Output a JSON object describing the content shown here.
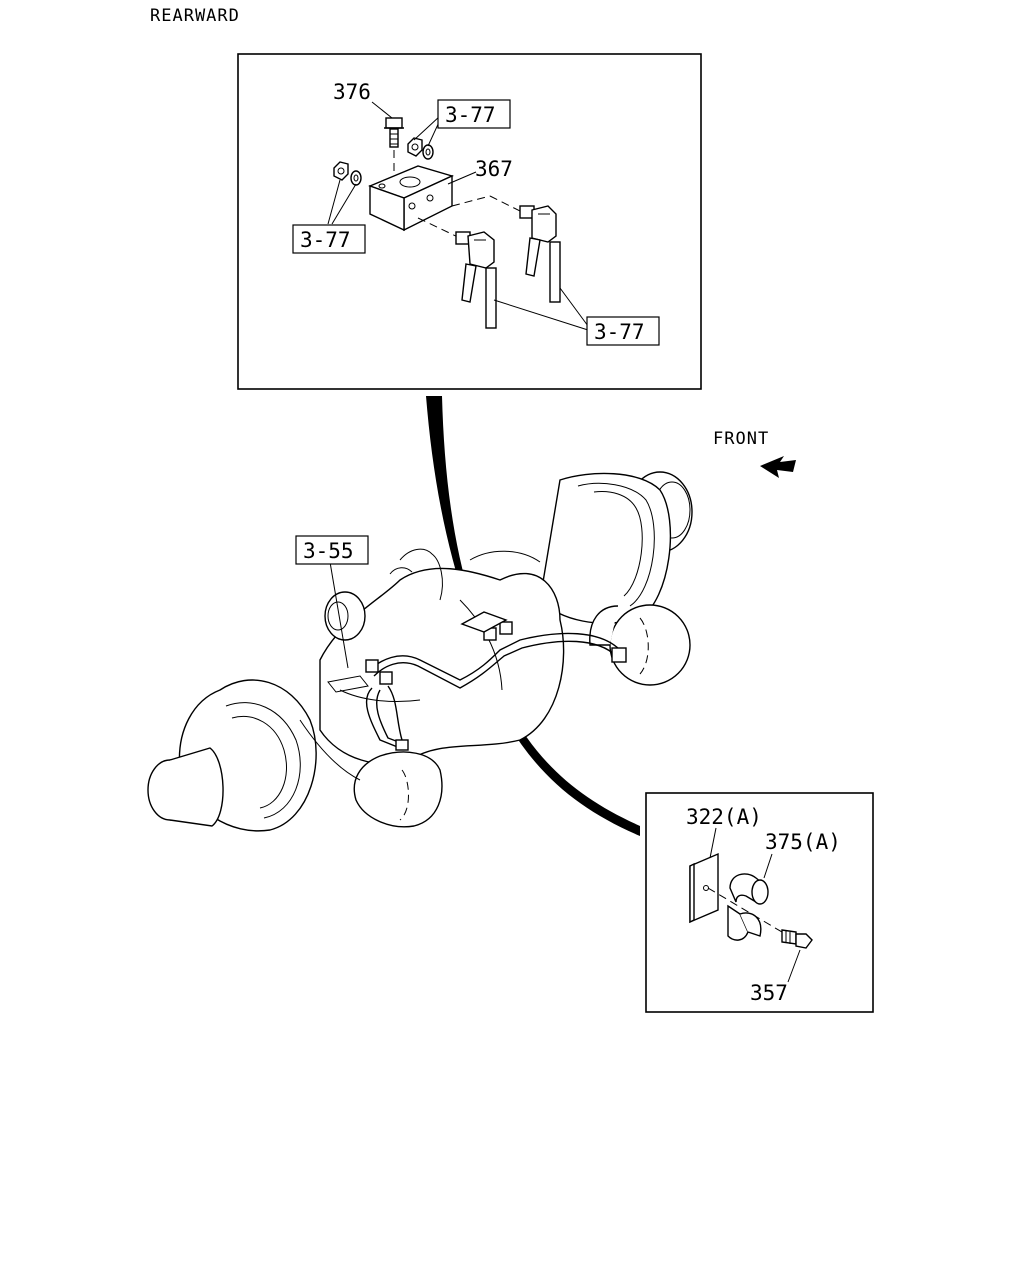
{
  "header": {
    "rearward": "REARWARD",
    "front": "FRONT"
  },
  "upper_detail": {
    "part_376": "376",
    "part_367": "367",
    "ref_top_right": "3-77",
    "ref_left": "3-77",
    "ref_bottom": "3-77"
  },
  "main_view": {
    "ref_axle": "3-55"
  },
  "lower_detail": {
    "part_322": "322(A)",
    "part_375": "375(A)",
    "part_357": "357"
  },
  "icons": [
    "front-arrow-icon",
    "bolt-icon",
    "nut-icon",
    "washer-icon",
    "brake-hose-icon",
    "clip-icon",
    "plate-icon"
  ]
}
